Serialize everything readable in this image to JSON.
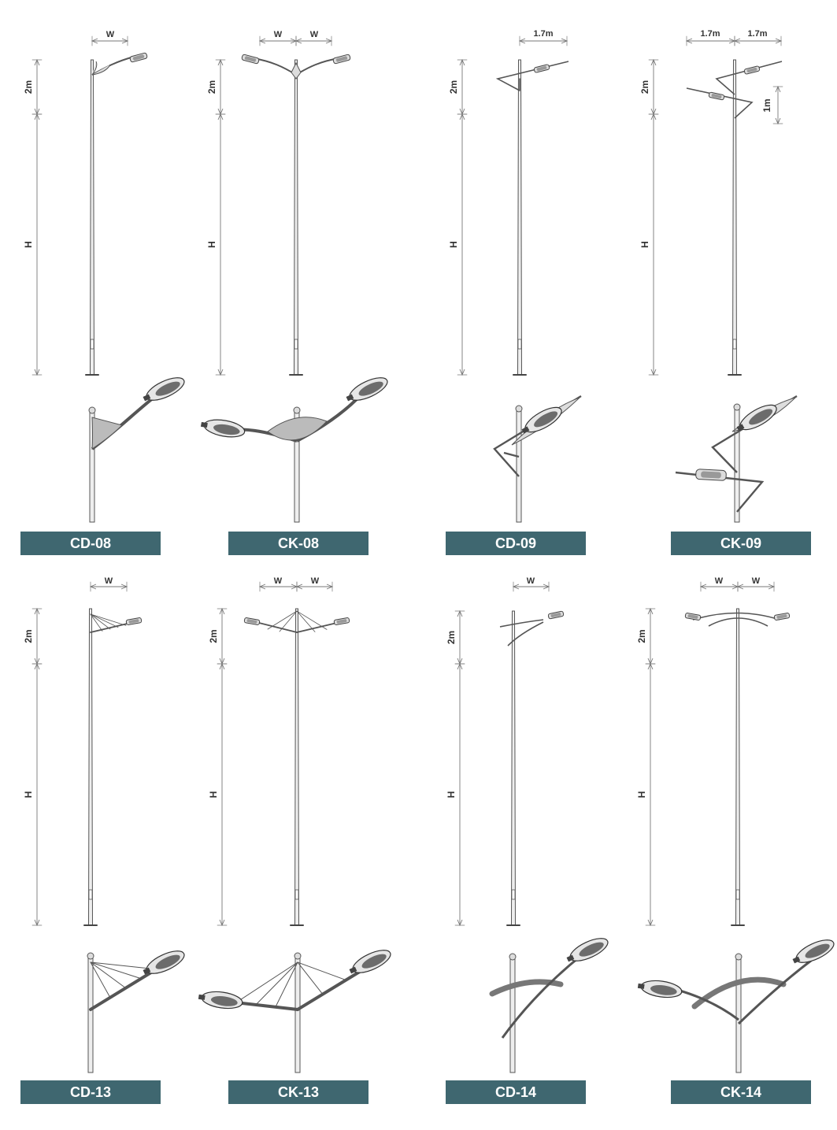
{
  "products": [
    {
      "id": "cd08",
      "name": "CD-08",
      "arm": "single",
      "style": "curved-brace",
      "top_dims": [
        "W"
      ]
    },
    {
      "id": "ck08",
      "name": "CK-08",
      "arm": "double",
      "style": "curved-brace",
      "top_dims": [
        "W",
        "W"
      ]
    },
    {
      "id": "cd09",
      "name": "CD-09",
      "arm": "single",
      "style": "angled-bar",
      "top_dims": [
        "1.7m"
      ]
    },
    {
      "id": "ck09",
      "name": "CK-09",
      "arm": "double",
      "style": "angled-bar",
      "top_dims": [
        "1.7m",
        "1.7m"
      ],
      "side_dim": "1m"
    },
    {
      "id": "cd13",
      "name": "CD-13",
      "arm": "single",
      "style": "cable-stay",
      "top_dims": [
        "W"
      ]
    },
    {
      "id": "ck13",
      "name": "CK-13",
      "arm": "double",
      "style": "cable-stay",
      "top_dims": [
        "W",
        "W"
      ]
    },
    {
      "id": "cd14",
      "name": "CD-14",
      "arm": "single",
      "style": "crossed-arc",
      "top_dims": [
        "W"
      ]
    },
    {
      "id": "ck14",
      "name": "CK-14",
      "arm": "double",
      "style": "crossed-arc",
      "top_dims": [
        "W",
        "W"
      ]
    }
  ],
  "dims": {
    "arm_height": "2m",
    "pole_height": "H"
  },
  "colors": {
    "label_bg": "#3f6770",
    "label_text": "#ffffff",
    "line": "#555555",
    "pole_fill": "#eeeeee"
  }
}
